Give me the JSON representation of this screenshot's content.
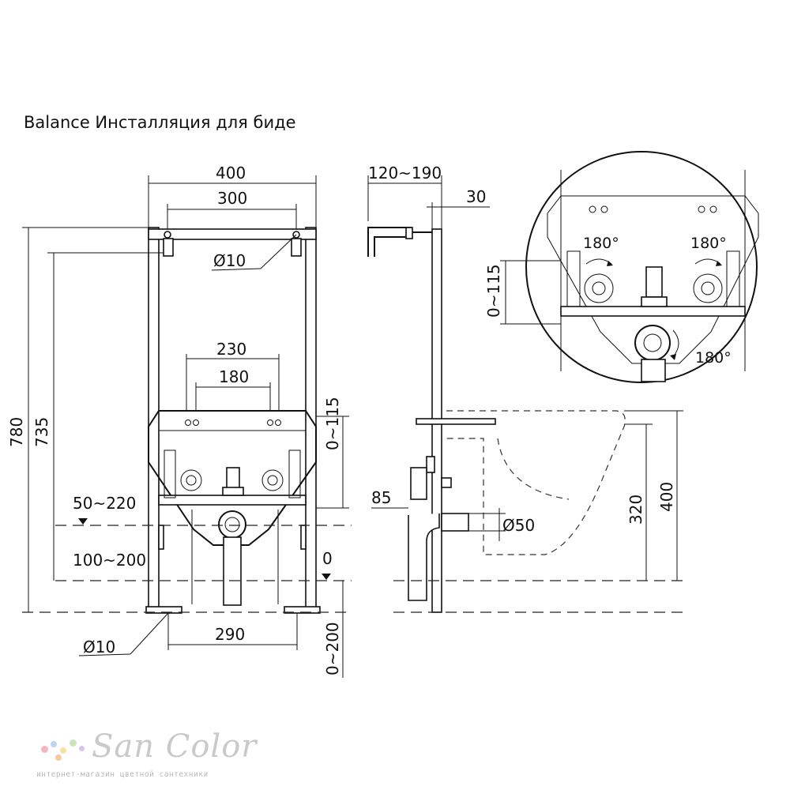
{
  "title": "Balance Инсталляция для биде",
  "front_view": {
    "dims": [
      "400",
      "300",
      "Ø10",
      "230",
      "180",
      "780",
      "735",
      "0~115",
      "50~220",
      "100~200",
      "0",
      "Ø10",
      "290",
      "0~200"
    ]
  },
  "side_view": {
    "dims": [
      "120~190",
      "30",
      "85",
      "Ø50",
      "320",
      "400"
    ]
  },
  "detail_view": {
    "dims": [
      "180°",
      "180°",
      "0~115",
      "180°"
    ]
  },
  "brand": {
    "name": "San Color",
    "tagline": "интернет-магазин цветной сантехники",
    "dot_colors": [
      "#f4b6c2",
      "#b9d7f0",
      "#f7e3a1",
      "#c8e6b8",
      "#d9c2ec",
      "#f8c9a0"
    ]
  }
}
